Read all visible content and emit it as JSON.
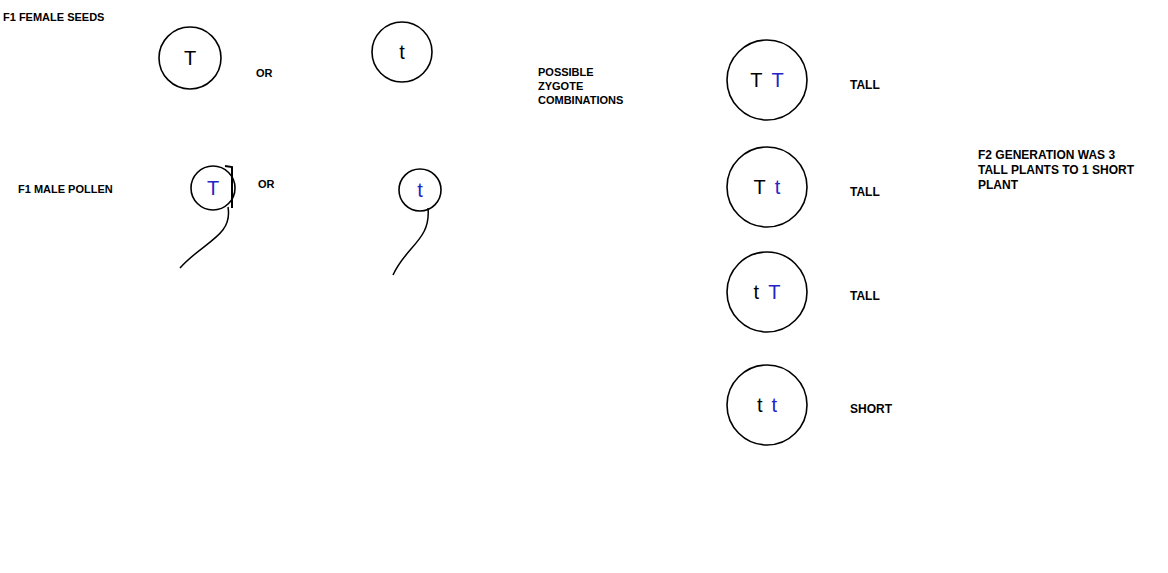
{
  "diagram": {
    "nodes": [
      {
        "text": [
          "T"
        ]
      },
      {
        "text": [
          "t"
        ]
      },
      {
        "text": [
          "T"
        ]
      },
      {
        "text": [
          "t"
        ]
      },
      {
        "text": [
          "T",
          "T"
        ]
      },
      {
        "text": [
          "T",
          "t"
        ]
      },
      {
        "text": [
          "t",
          "T"
        ]
      },
      {
        "text": [
          "t",
          "t"
        ]
      }
    ],
    "labels": [
      "F1 FEMALE SEEDS",
      "OR",
      "OR",
      "F1 MALE POLLEN",
      "POSSIBLE ZYGOTE COMBINATIONS",
      "TALL",
      "TALL",
      "TALL",
      "SHORT",
      "F2 GENERATION WAS 3 TALL PLANTS TO 1 SHORT PLANT"
    ]
  }
}
